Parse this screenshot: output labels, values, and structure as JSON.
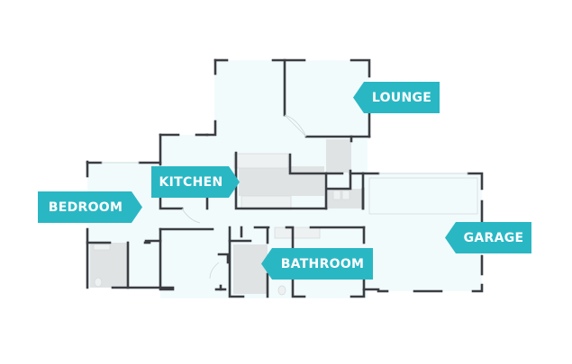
{
  "diagram": {
    "type": "floor-plan",
    "colors": {
      "label_bg": "#2ab7c4",
      "label_text": "#ffffff",
      "wall": "#3a3d42",
      "floor": "#f2fbfc",
      "wet_area": "#dfe3e4",
      "fixture": "#eef1f2"
    },
    "labels": {
      "lounge": "LOUNGE",
      "kitchen": "KITCHEN",
      "bedroom": "BEDROOM",
      "bathroom": "BATHROOM",
      "garage": "GARAGE"
    }
  }
}
